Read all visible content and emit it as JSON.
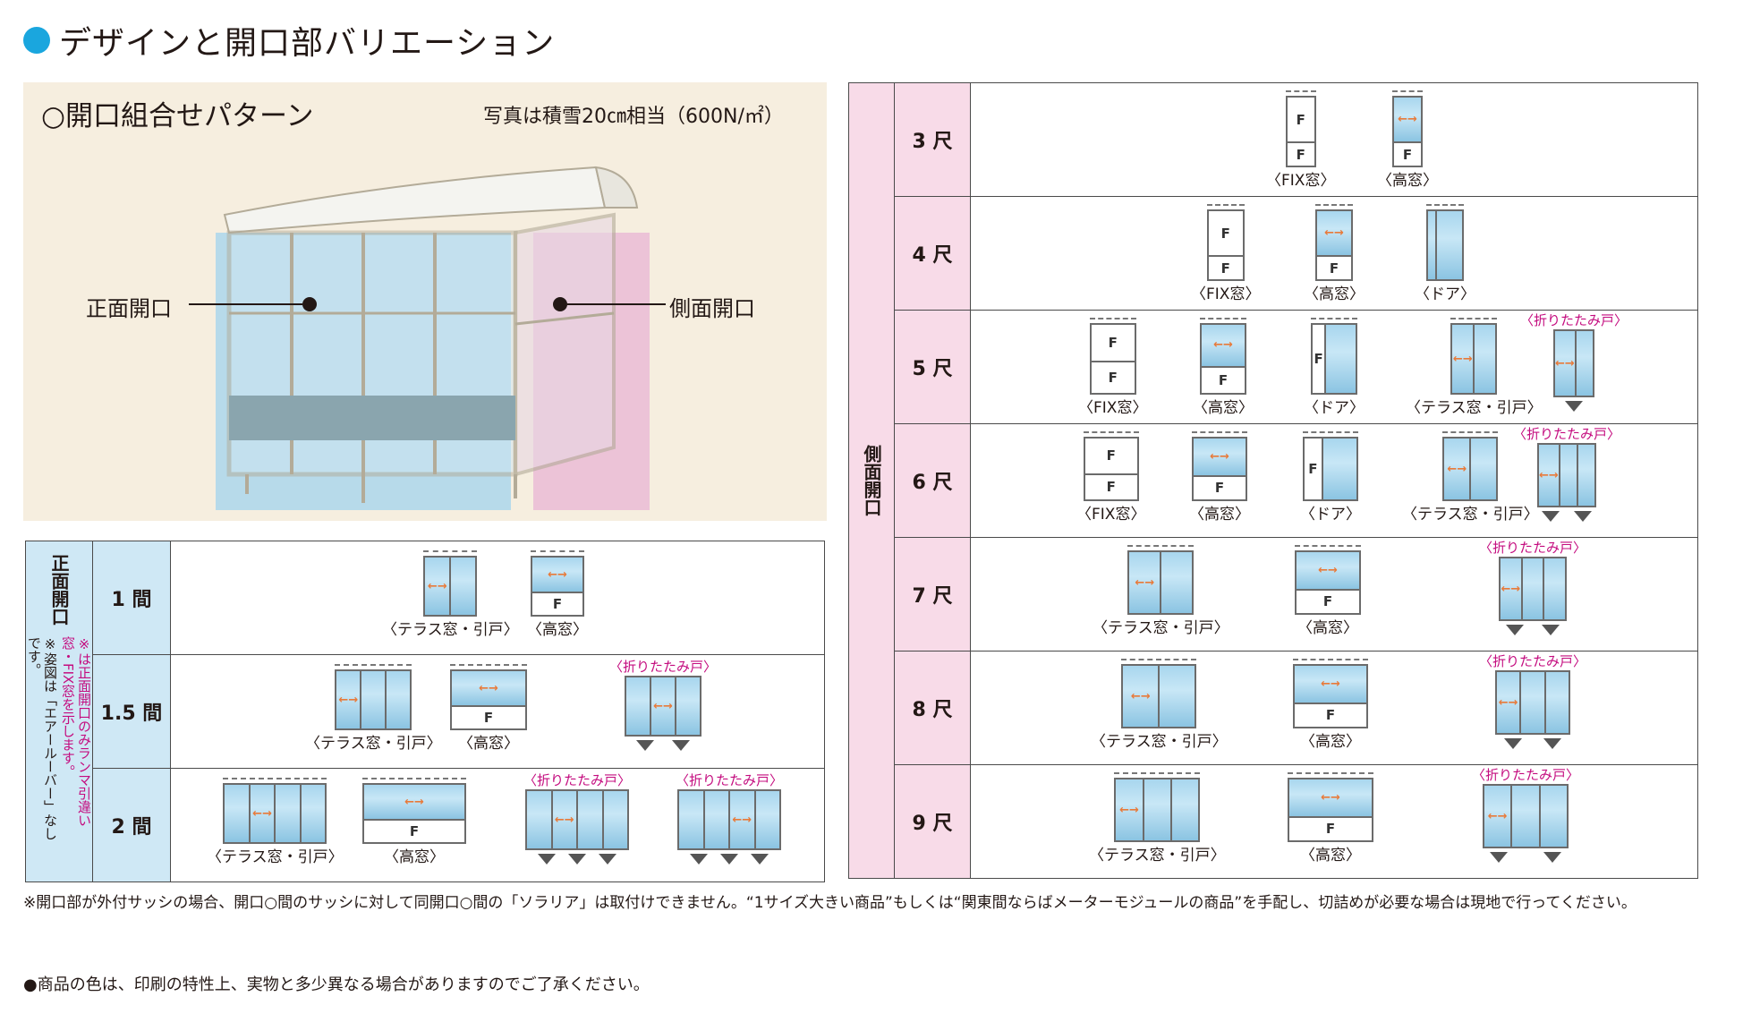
{
  "heading": "デザインと開口部バリエーション",
  "photo": {
    "title": "○開口組合せパターン",
    "note": "写真は積雪20㎝相当（600N/㎡）",
    "front_label": "正面開口",
    "side_label": "側面開口"
  },
  "front": {
    "header": "正面開口",
    "note_pink": "※は正面開口のみランマ引違い窓・FIX窓を示します。",
    "note_black": "※姿図は「エアールーバー」なしです。",
    "rows": [
      {
        "size": "1 間",
        "options": [
          {
            "caption": "〈テラス窓・引戸〉"
          },
          {
            "caption": "〈高窓〉"
          }
        ]
      },
      {
        "size": "1.5 間",
        "options": [
          {
            "caption": "〈テラス窓・引戸〉"
          },
          {
            "caption": "〈高窓〉"
          },
          {
            "caption": "〈折りたたみ戸〉"
          }
        ]
      },
      {
        "size": "2 間",
        "options": [
          {
            "caption": "〈テラス窓・引戸〉"
          },
          {
            "caption": "〈高窓〉"
          },
          {
            "caption": "〈折りたたみ戸〉"
          },
          {
            "caption": "〈折りたたみ戸〉"
          }
        ]
      }
    ]
  },
  "side": {
    "header": "側面開口",
    "rows": [
      {
        "size": "3 尺",
        "options": [
          "〈FIX窓〉",
          "〈高窓〉"
        ]
      },
      {
        "size": "4 尺",
        "options": [
          "〈FIX窓〉",
          "〈高窓〉",
          "〈ドア〉"
        ]
      },
      {
        "size": "5 尺",
        "options": [
          "〈FIX窓〉",
          "〈高窓〉",
          "〈ドア〉",
          "〈テラス窓・引戸〉",
          "〈折りたたみ戸〉"
        ]
      },
      {
        "size": "6 尺",
        "options": [
          "〈FIX窓〉",
          "〈高窓〉",
          "〈ドア〉",
          "〈テラス窓・引戸〉",
          "〈折りたたみ戸〉"
        ]
      },
      {
        "size": "7 尺",
        "options": [
          "〈テラス窓・引戸〉",
          "〈高窓〉",
          "〈折りたたみ戸〉"
        ]
      },
      {
        "size": "8 尺",
        "options": [
          "〈テラス窓・引戸〉",
          "〈高窓〉",
          "〈折りたたみ戸〉"
        ]
      },
      {
        "size": "9 尺",
        "options": [
          "〈テラス窓・引戸〉",
          "〈高窓〉",
          "〈折りたたみ戸〉"
        ]
      }
    ]
  },
  "glyphs": {
    "fix": "F",
    "arrow": "←→",
    "mark": "※"
  },
  "footnote": "※開口部が外付サッシの場合、開口○間のサッシに対して同開口○間の「ソラリア」は取付けできません。“1サイズ大きい商品”もしくは“関東間ならばメーターモジュールの商品”を手配し、切詰めが必要な場合は現地で行ってください。",
  "colornote": "●商品の色は、印刷の特性上、実物と多少異なる場合がありますのでご了承ください。"
}
